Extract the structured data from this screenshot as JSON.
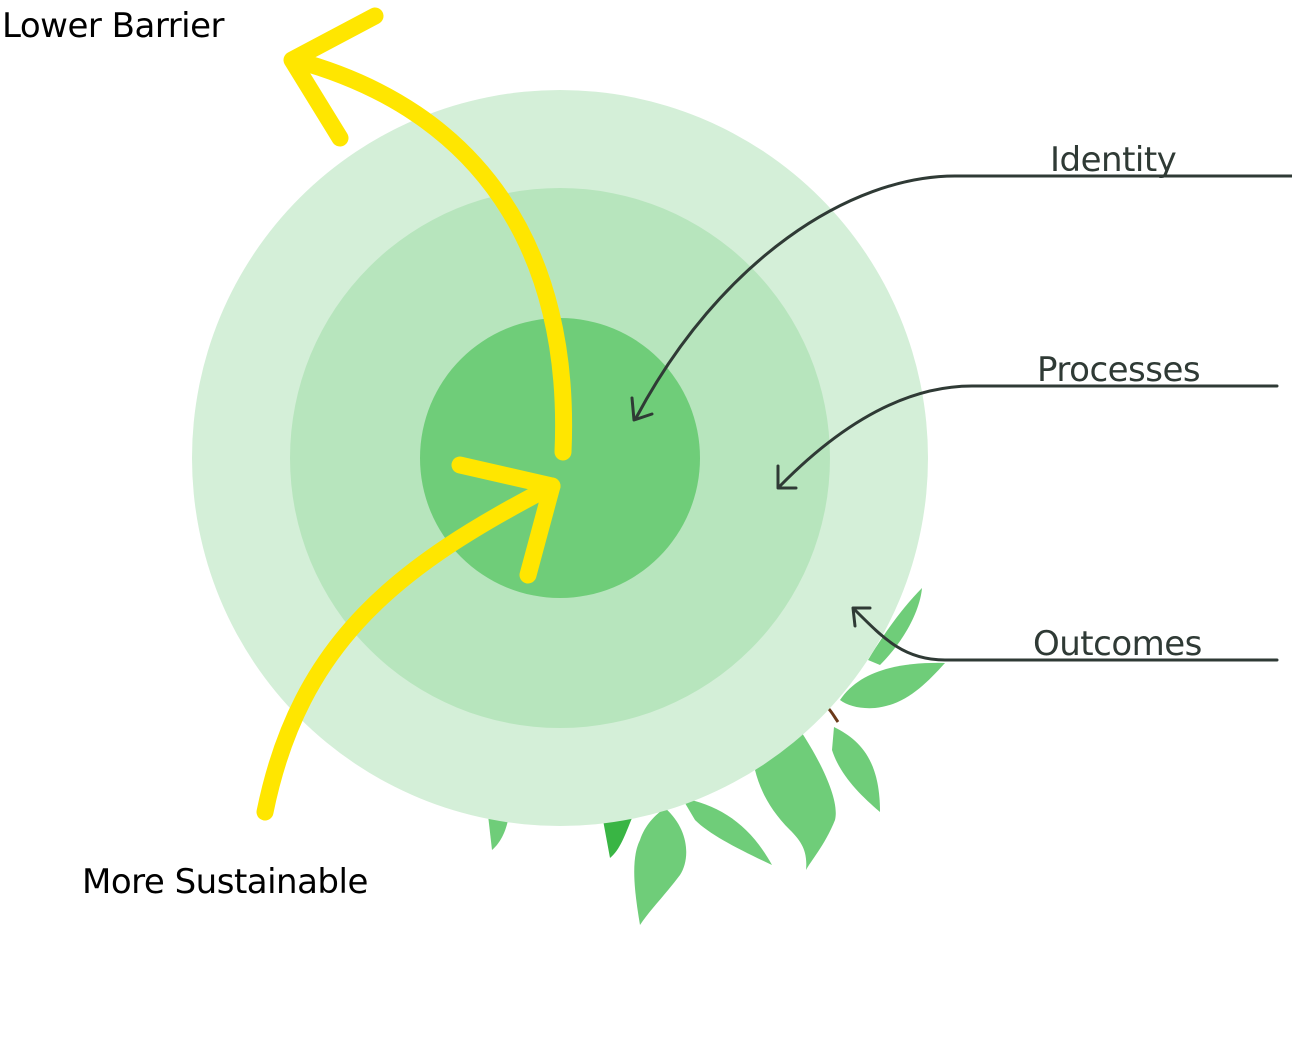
{
  "labels": {
    "lower_barrier": "Lower Barrier",
    "more_sustainable": "More Sustainable",
    "identity": "Identity",
    "processes": "Processes",
    "outcomes": "Outcomes"
  },
  "colors": {
    "outer_ring": "#d4efd8",
    "middle_ring": "#b7e5bd",
    "inner_core": "#6fcd79",
    "leaf": "#6fcd79",
    "leaf_dark": "#39b544",
    "arrow_yellow": "#ffe600",
    "pointer_line": "#2f3a35"
  }
}
